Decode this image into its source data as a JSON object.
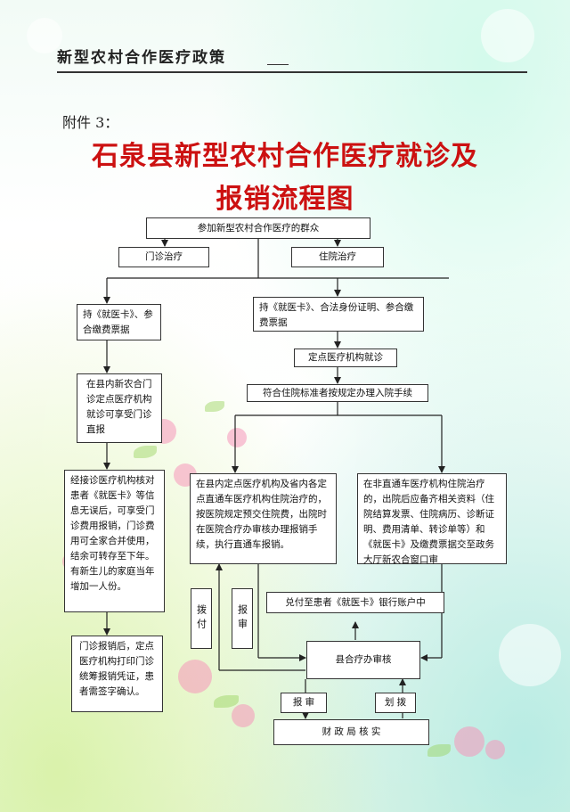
{
  "header": {
    "title": "新型农村合作医疗政策"
  },
  "attachment_label": "附件 3：",
  "title": {
    "line1": "石泉县新型农村合作医疗就诊及",
    "line2": "报销流程图"
  },
  "flow": {
    "top": "参加新型农村合作医疗的群众",
    "outpatient": "门诊治疗",
    "inpatient": "住院治疗",
    "card_left": "持《就医卡》、参合缴费票据",
    "card_right": "持《就医卡》、合法身份证明、参合缴费票据",
    "designated": "定点医疗机构就诊",
    "admission": "符合住院标准者按规定办理入院手续",
    "direct_outpatient": "在县内新农合门诊定点医疗机构就诊可享受门诊直报",
    "verify": "经接诊医疗机构核对患者《就医卡》等信息无误后，可享受门诊费用报销，门诊费用可全家合并使用，结余可转存至下年。有新生儿的家庭当年增加一人份。",
    "print_slip": "门诊报销后，定点医疗机构打印门诊统筹报销凭证，患者需签字确认。",
    "in_county": "在县内定点医疗机构及省内各定点直通车医疗机构住院治疗的，按医院规定预交住院费，出院时在医院合疗办审核办理报销手续，执行直通车报销。",
    "non_direct": "在非直通车医疗机构住院治疗的，出院后应备齐相关资料（住院结算发票、住院病历、诊断证明、费用清单、转诊单等）和《就医卡》及缴费票据交至政务大厅新农合窗口审",
    "pay_card": "兑付至患者《就医卡》银行账户中",
    "disburse": "拨付",
    "report": "报审",
    "county_office": "县合疗办审核",
    "report_bottom": "报 审",
    "allocate": "划 拨",
    "finance": "财 政 局 核 实"
  }
}
